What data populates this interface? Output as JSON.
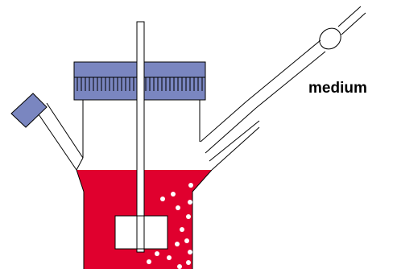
{
  "labels": {
    "feed": "medium"
  },
  "colors": {
    "liquid": "#e0002e",
    "cap": "#7a86c0",
    "outline": "#000000",
    "background": "#ffffff",
    "bubble": "#ffffff"
  },
  "parts": {
    "vessel": "culture-vessel",
    "stirrer": "stirrer-shaft-and-impeller",
    "lid": "vessel-lid",
    "side_port": "side-port-with-cap",
    "feed_tube": "medium-feed-tube"
  }
}
